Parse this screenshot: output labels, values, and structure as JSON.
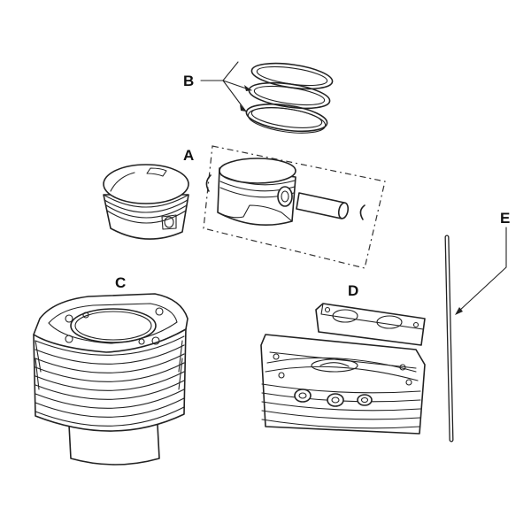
{
  "callouts": {
    "a": "A",
    "b": "B",
    "c": "C",
    "d": "D",
    "e": "E"
  },
  "colors": {
    "line": "#222222",
    "background": "#ffffff"
  },
  "parts": [
    "piston-ring-set",
    "piston-assembly",
    "piston-pin",
    "pin-circlip",
    "cylinder",
    "cylinder-head",
    "pushrod"
  ]
}
